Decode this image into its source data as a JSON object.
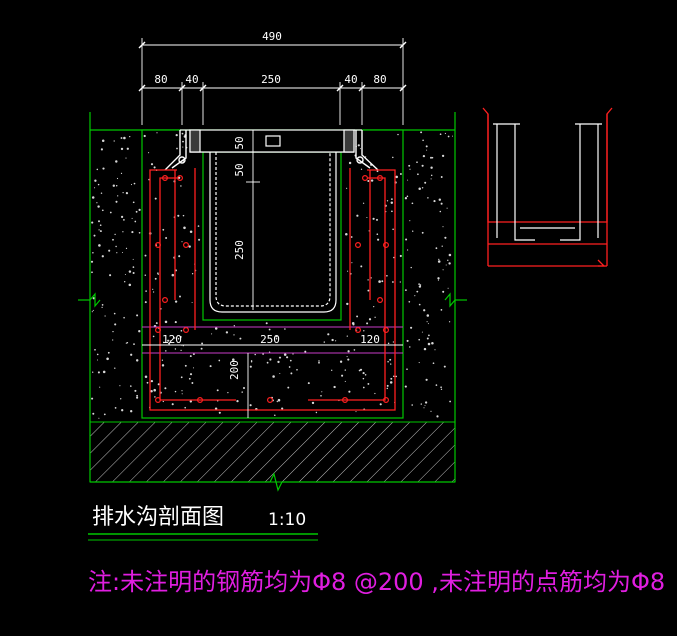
{
  "drawing": {
    "title": "排水沟剖面图",
    "scale": "1:10",
    "note": "注:未注明的钢筋均为Φ8 @200 ,未注明的点筋均为Φ8"
  },
  "dimensions": {
    "overall": "490",
    "top_segments": [
      "80",
      "40",
      "250",
      "40",
      "80"
    ],
    "cover_thickness": "50",
    "depth_upper": "50",
    "depth_main": "250",
    "base_left": "120",
    "base_mid": "250",
    "base_right": "120",
    "base_thickness": "200"
  },
  "colors": {
    "background": "#000000",
    "outline": "#00c800",
    "dimension": "#ffffff",
    "rebar": "#ff2020",
    "note_text": "#e01ee0",
    "magenta_edge": "#c83cc8"
  }
}
